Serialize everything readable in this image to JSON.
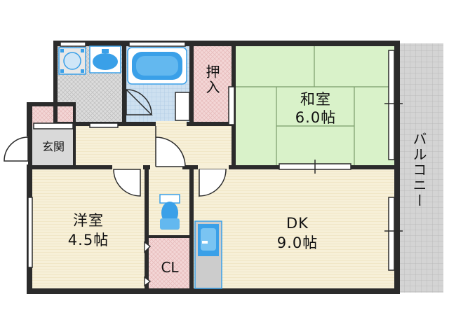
{
  "rooms": {
    "washitsu": {
      "name": "和室",
      "size": "6.0帖"
    },
    "yoshitsu": {
      "name": "洋室",
      "size": "4.5帖"
    },
    "dk": {
      "name": "DK",
      "size": "9.0帖"
    },
    "oshiire": {
      "name": "押入"
    },
    "genkan": {
      "name": "玄関"
    },
    "closet": {
      "name": "CL"
    },
    "balcony": {
      "name": "バルコニー"
    }
  },
  "fixtures": [
    "washbasin-icon",
    "bathtub-icon",
    "toilet-icon",
    "kitchen-sink-icon",
    "washing-machine-icon"
  ],
  "colors": {
    "wall": "#2b2b2b",
    "tatami": "#d9f2c9",
    "flooring": "#f7f0d8",
    "closet_pink": "#f3d6d6",
    "wet_area_tile": "#cde0f0",
    "fixture_blue": "#3aa0e8",
    "balcony_gray": "#cfcfcf",
    "genkan_gray": "#d9d9d9"
  }
}
